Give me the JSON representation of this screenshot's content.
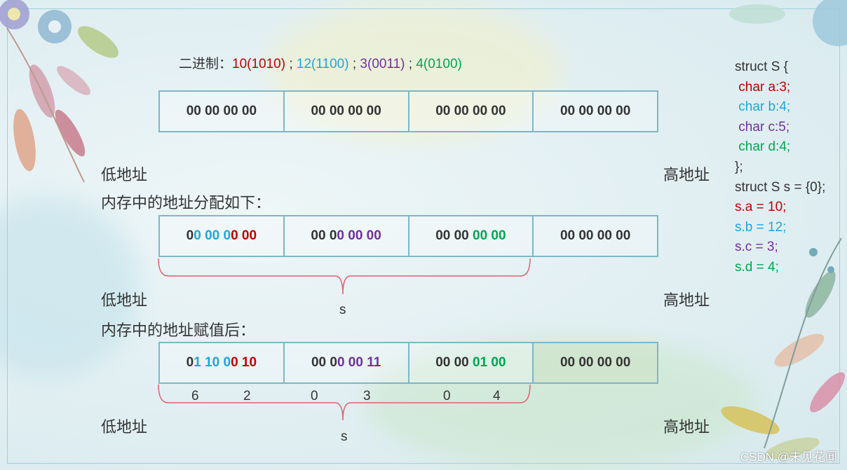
{
  "binary_line": {
    "prefix": "二进制：",
    "items": [
      {
        "text": "10(1010)",
        "color": "#c00000"
      },
      {
        "text": " ; ",
        "color": "#333333"
      },
      {
        "text": "12(1100)",
        "color": "#1ea6d8"
      },
      {
        "text": " ; ",
        "color": "#333333"
      },
      {
        "text": "3(0011)",
        "color": "#7030a0"
      },
      {
        "text": " ; ",
        "color": "#333333"
      },
      {
        "text": "4(0100)",
        "color": "#00a651"
      }
    ]
  },
  "rows": [
    {
      "cells": [
        [
          {
            "t": "00 00 00 00",
            "c": "dark"
          }
        ],
        [
          {
            "t": "00 00 00 00",
            "c": "dark"
          }
        ],
        [
          {
            "t": "00 00 00 00",
            "c": "dark"
          }
        ],
        [
          {
            "t": "00 00 00 00",
            "c": "dark"
          }
        ]
      ],
      "low": "低地址",
      "high": "高地址"
    },
    {
      "caption": "内存中的地址分配如下：",
      "cells": [
        [
          {
            "t": "0",
            "c": "dark"
          },
          {
            "t": "0 00 0",
            "c": "blue"
          },
          {
            "t": "0 00",
            "c": "red"
          }
        ],
        [
          {
            "t": "00 0",
            "c": "dark"
          },
          {
            "t": "0 00 00",
            "c": "purple"
          }
        ],
        [
          {
            "t": "00 00 ",
            "c": "dark"
          },
          {
            "t": "00 00",
            "c": "green"
          }
        ],
        [
          {
            "t": "00 00 00 00",
            "c": "dark"
          }
        ]
      ],
      "low": "低地址",
      "high": "高地址",
      "brace_label": "s"
    },
    {
      "caption": "内存中的地址赋值后：",
      "cells": [
        [
          {
            "t": "0",
            "c": "dark"
          },
          {
            "t": "1 10 0",
            "c": "blue"
          },
          {
            "t": "0 10",
            "c": "red"
          }
        ],
        [
          {
            "t": "00 0",
            "c": "dark"
          },
          {
            "t": "0 00 11",
            "c": "purple"
          }
        ],
        [
          {
            "t": "00 00 ",
            "c": "dark"
          },
          {
            "t": "01 00",
            "c": "green"
          }
        ],
        [
          {
            "t": "00 00 00 00",
            "c": "dark"
          }
        ]
      ],
      "low": "低地址",
      "high": "高地址",
      "brace_label": "s",
      "hex_digits": [
        "6",
        "2",
        "0",
        "3",
        "0",
        "4"
      ]
    }
  ],
  "code_lines": [
    {
      "t": "struct S {",
      "c": "dark"
    },
    {
      "t": " char a:3;",
      "c": "red"
    },
    {
      "t": " char b:4;",
      "c": "blue"
    },
    {
      "t": " char c:5;",
      "c": "purple"
    },
    {
      "t": " char d:4;",
      "c": "green"
    },
    {
      "t": "};",
      "c": "dark"
    },
    {
      "t": "struct S s = {0};",
      "c": "dark"
    },
    {
      "t": "s.a = 10;",
      "c": "red"
    },
    {
      "t": "s.b = 12;",
      "c": "blue"
    },
    {
      "t": "s.c = 3;",
      "c": "purple"
    },
    {
      "t": "s.d = 4;",
      "c": "green"
    }
  ],
  "watermark": "CSDN @未见花闻",
  "colors": {
    "red": "#c00000",
    "blue": "#1ea6d8",
    "purple": "#7030a0",
    "green": "#00a651",
    "dark": "#333333",
    "brace": "#e06070",
    "border": "#7fb6c6"
  }
}
